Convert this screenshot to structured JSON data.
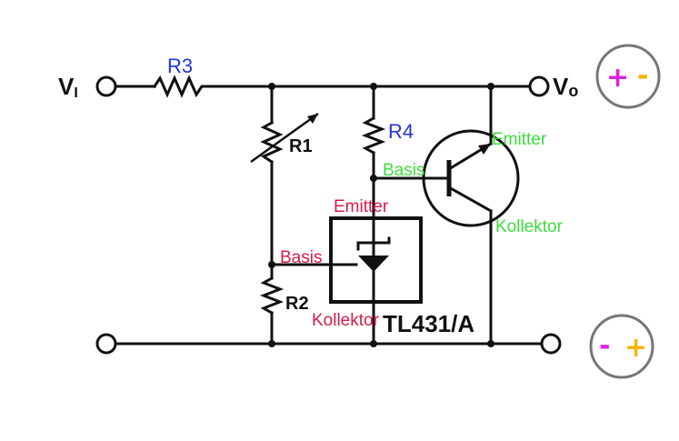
{
  "labels": {
    "vi_main": "V",
    "vi_sub": "I",
    "vo_main": "V",
    "vo_sub": "o",
    "r1": "R1",
    "r2": "R2",
    "r3": "R3",
    "r4": "R4",
    "ic_name": "TL431/A",
    "transistor_emitter": "Emitter",
    "transistor_basis": "Basis",
    "transistor_kollektor": "Kollektor",
    "tl431_emitter": "Emitter",
    "tl431_basis": "Basis",
    "tl431_kollektor": "Kollektor"
  },
  "polarity": {
    "top": {
      "first": "+",
      "second": "-"
    },
    "bottom": {
      "first": "-",
      "second": "+"
    }
  },
  "colors": {
    "wire": "#111111",
    "component_labels_blue": "#2236d6",
    "transistor_labels_green": "#3ddc3d",
    "tl431_labels_red": "#d81b46",
    "plus_top": "#e020e0",
    "minus_top": "#f5b400",
    "minus_bottom": "#e020e0",
    "plus_bottom": "#f5b400"
  }
}
